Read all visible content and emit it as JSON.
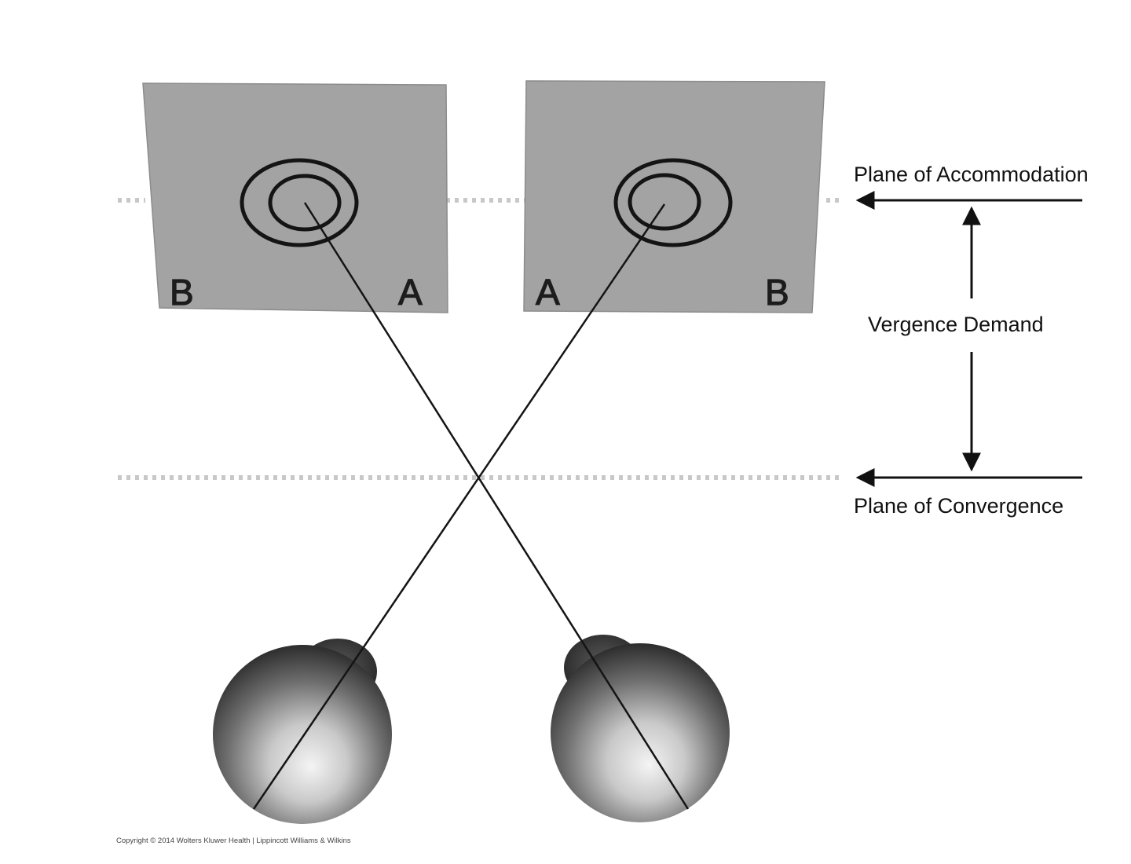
{
  "cards": {
    "left": {
      "corner_left": "B",
      "corner_right": "A"
    },
    "right": {
      "corner_left": "A",
      "corner_right": "B"
    }
  },
  "labels": {
    "accommodation": "Plane of Accommodation",
    "vergence": "Vergence Demand",
    "convergence": "Plane of Convergence"
  },
  "copyright": "Copyright © 2014 Wolters Kluwer Health | Lippincott Williams & Wilkins",
  "colors": {
    "card_fill": "#a3a3a3",
    "card_edge": "#8c8c8c",
    "ring_stroke": "#141414",
    "line_stroke": "#141414",
    "dotted": "#c8c8c8"
  }
}
